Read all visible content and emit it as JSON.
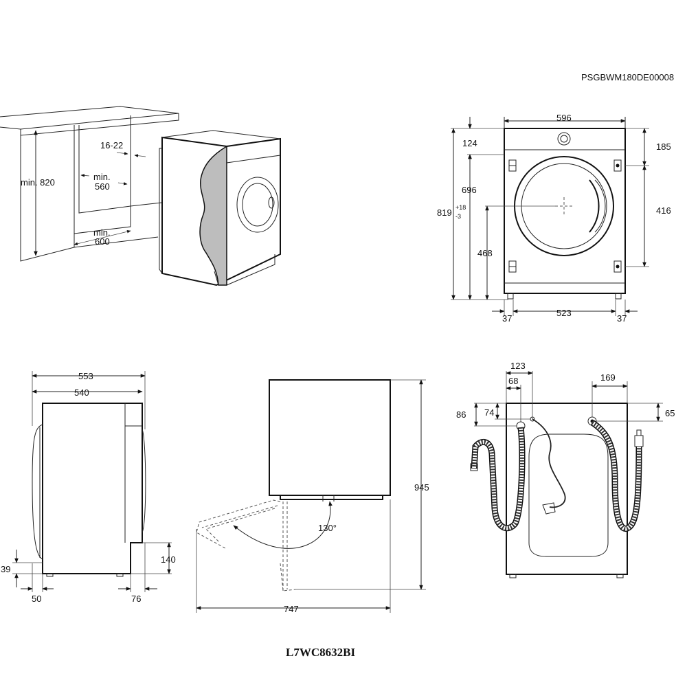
{
  "document_code": "PSGBWM180DE00008",
  "model": "L7WC8632BI",
  "niche_view": {
    "min_height": "min. 820",
    "gap": "16-22",
    "min_width_label": "min.",
    "min_width_value": "560",
    "min_depth_label": "min.",
    "min_depth_value": "600"
  },
  "front_view": {
    "width": "596",
    "top_offset": "124",
    "right_top_offset": "185",
    "door_height": "696",
    "total_height": "819",
    "tolerance_plus": "+18",
    "tolerance_minus": "-3",
    "hinge_spacing": "416",
    "center_height": "468",
    "foot_left": "37",
    "foot_span": "523",
    "foot_right": "37"
  },
  "side_view": {
    "depth_total": "553",
    "depth_body": "540",
    "foot_height": "39",
    "step_height": "140",
    "foot_offset_front": "50",
    "step_depth": "76"
  },
  "door_view": {
    "height": "945",
    "angle": "130°",
    "depth_open": "747"
  },
  "rear_view": {
    "inlet_offset": "123",
    "inlet_small": "68",
    "inlet_height_total": "86",
    "inlet_height": "74",
    "outlet_offset": "169",
    "outlet_height": "65"
  }
}
